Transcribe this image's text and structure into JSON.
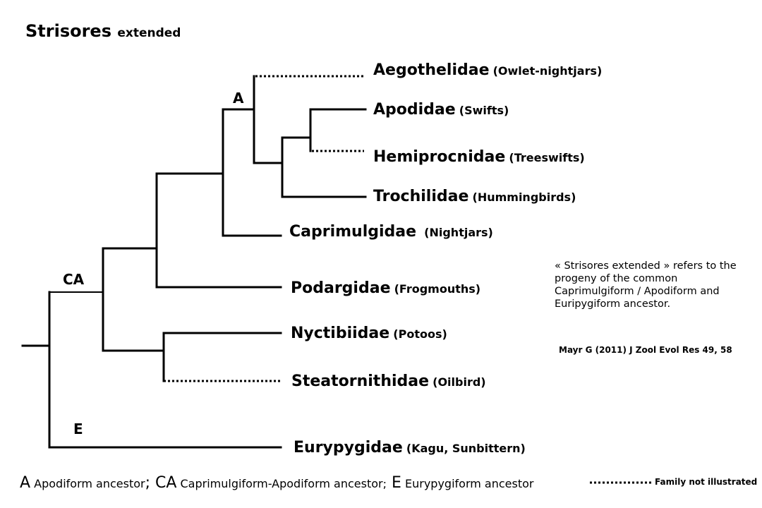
{
  "title": {
    "main": "Strisores",
    "sub": "extended"
  },
  "taxa": [
    {
      "family": "Aegothelidae",
      "common": "(Owlet-nightjars)"
    },
    {
      "family": "Apodidae",
      "common": "(Swifts)"
    },
    {
      "family": "Hemiprocnidae",
      "common": "(Treeswifts)"
    },
    {
      "family": "Trochilidae",
      "common": "(Hummingbirds)"
    },
    {
      "family": "Caprimulgidae",
      "common": "(Nightjars)"
    },
    {
      "family": "Podargidae",
      "common": "(Frogmouths)"
    },
    {
      "family": "Nyctibiidae",
      "common": "(Potoos)"
    },
    {
      "family": "Steatornithidae",
      "common": "(Oilbird)"
    },
    {
      "family": "Eurypygidae",
      "common": "(Kagu, Sunbittern)"
    }
  ],
  "nodes": {
    "A": "A",
    "CA": "CA",
    "E": "E"
  },
  "note": "« Strisores extended »  refers to the progeny of the common Caprimulgiform / Apodiform and Euripygiform ancestor.",
  "citation": "Mayr G (2011) J Zool Evol Res 49, 58",
  "legend": {
    "a_letter": "A",
    "a_text": " Apodiform ancestor",
    "sep1": ";",
    "ca_letter": " CA",
    "ca_text": " Caprimulgiform-Apodiform ancestor;",
    "e_letter": " E",
    "e_text": " Eurypygiform ancestor",
    "dotted": "Family not illustrated"
  }
}
